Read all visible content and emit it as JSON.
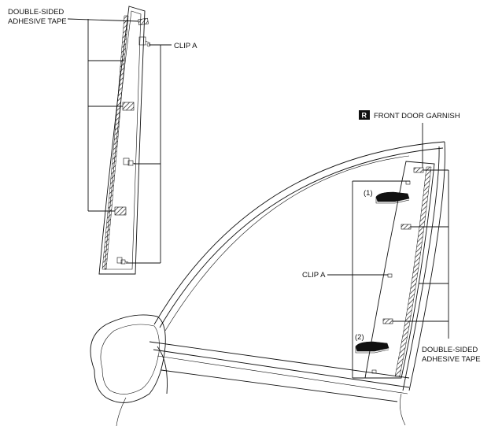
{
  "labels": {
    "tape_top_left": [
      "DOUBLE-SIDED",
      "ADHESIVE TAPE"
    ],
    "clip_top": "CLIP A",
    "r_badge": "R",
    "front_door_garnish": "FRONT DOOR GARNISH",
    "clip_right": "CLIP A",
    "num1": "(1)",
    "num2": "(2)",
    "tape_bottom_right": [
      "DOUBLE-SIDED",
      "ADHESIVE TAPE"
    ]
  },
  "colors": {
    "line": "#111111",
    "background": "#ffffff",
    "badge": "#111111"
  }
}
